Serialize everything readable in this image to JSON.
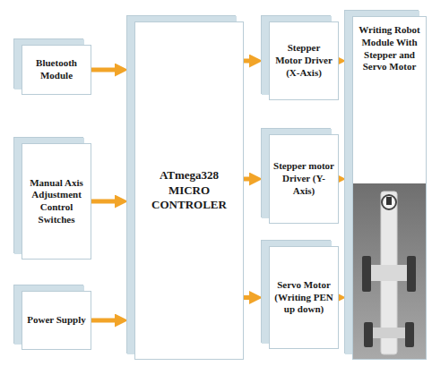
{
  "diagram": {
    "nodes": [
      {
        "text": [
          "Bluetooth Module"
        ]
      },
      {
        "text": [
          "Manual Axis Adjustment Control Switches"
        ]
      },
      {
        "text": [
          "Power Supply"
        ]
      },
      {
        "text": [
          "ATmega328 MICRO CONTROLER"
        ]
      },
      {
        "text": [
          "Stepper Motor Driver (X-Axis)"
        ]
      },
      {
        "text": [
          "Stepper motor Driver (Y-Axis)"
        ]
      },
      {
        "text": [
          "Servo Motor (Writing PEN up down)"
        ]
      },
      {
        "text": [
          "Writing Robot Module With Stepper and Servo Motor"
        ]
      }
    ],
    "edges": [
      {
        "from": 0,
        "to": 3,
        "arrow": "to"
      },
      {
        "from": 1,
        "to": 3,
        "arrow": "to"
      },
      {
        "from": 2,
        "to": 3,
        "arrow": "to"
      },
      {
        "from": 3,
        "to": 4,
        "arrow": "to"
      },
      {
        "from": 3,
        "to": 5,
        "arrow": "to"
      },
      {
        "from": 3,
        "to": 6,
        "arrow": "to"
      },
      {
        "from": 4,
        "to": 7,
        "arrow": "to"
      },
      {
        "from": 5,
        "to": 7,
        "arrow": "to"
      },
      {
        "from": 6,
        "to": 7,
        "arrow": "to"
      }
    ]
  }
}
